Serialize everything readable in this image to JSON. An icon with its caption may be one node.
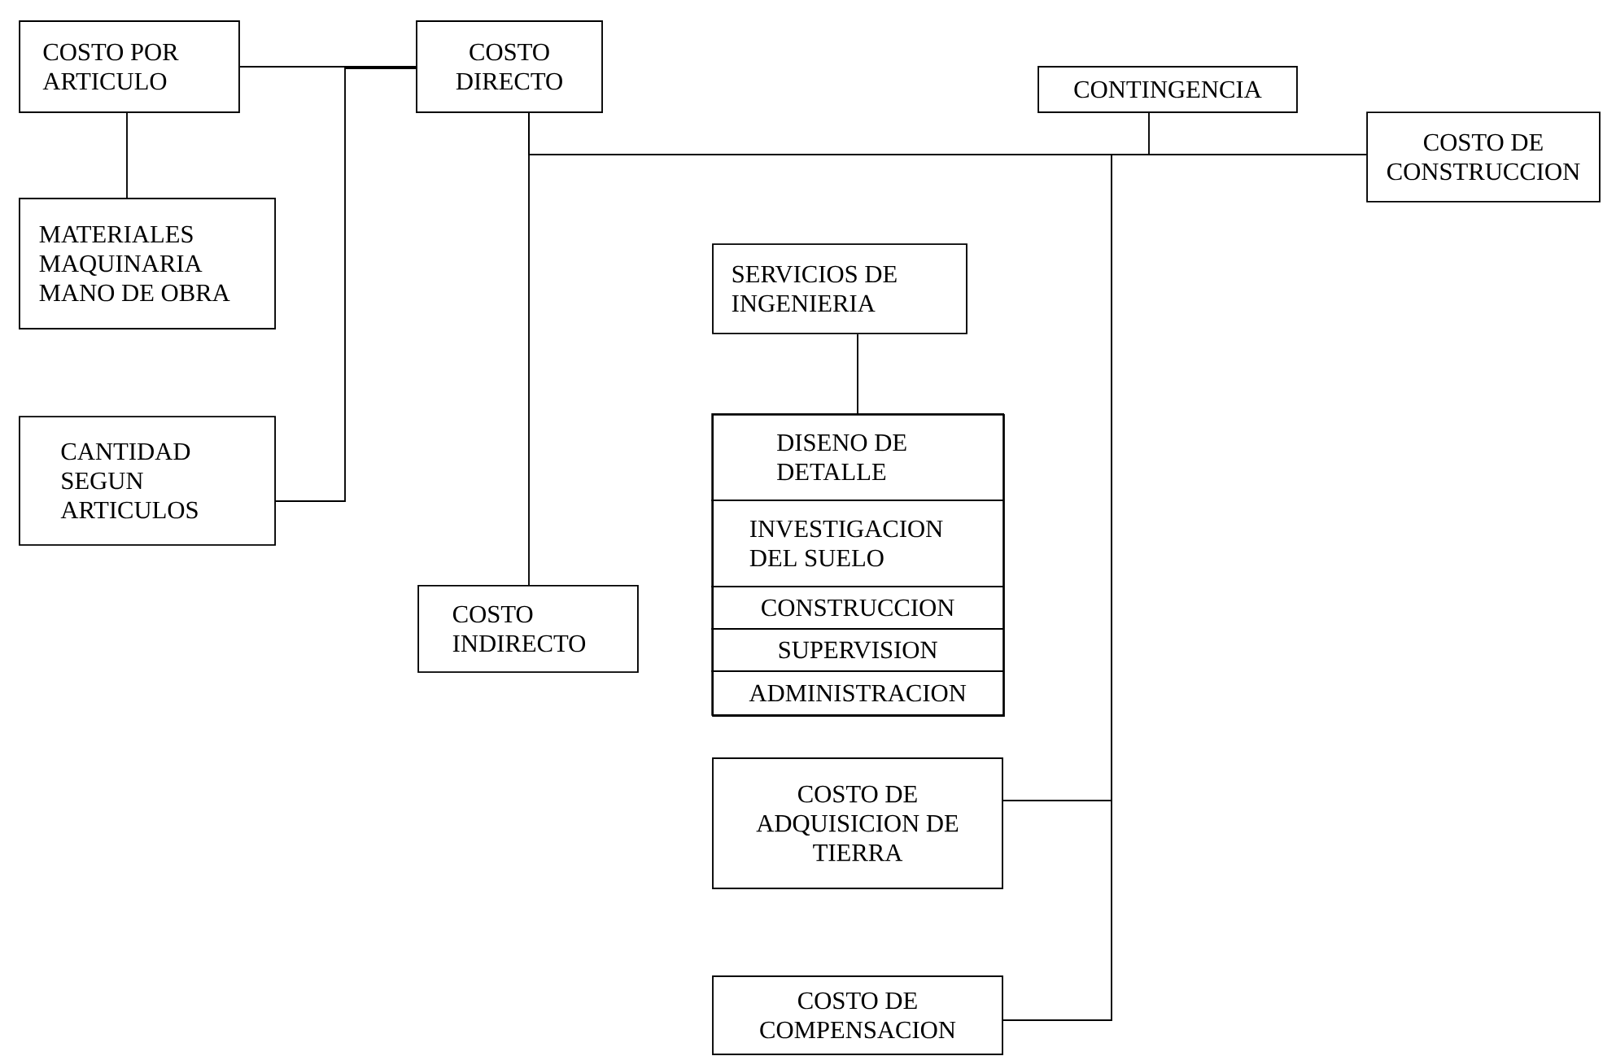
{
  "diagram": {
    "nodes": [
      {
        "text": [
          "COSTO POR ARTICULO"
        ]
      },
      {
        "text": [
          "COSTO DIRECTO"
        ]
      },
      {
        "text": [
          "CONTINGENCIA"
        ]
      },
      {
        "text": [
          "COSTO DE CONSTRUCCION"
        ]
      },
      {
        "text": [
          "MATERIALES MAQUINARIA MANO DE OBRA"
        ]
      },
      {
        "text": [
          "CANTIDAD SEGUN ARTICULOS"
        ]
      },
      {
        "text": [
          "SERVICIOS DE INGENIERIA"
        ]
      },
      {
        "text": [],
        "shape": "box"
      },
      {
        "text": [
          "DISENO DE DETALLE"
        ],
        "in": 7
      },
      {
        "text": [
          "INVESTIGACION DEL SUELO"
        ],
        "in": 7
      },
      {
        "text": [
          "CONSTRUCCION"
        ],
        "in": 7
      },
      {
        "text": [
          "SUPERVISION"
        ],
        "in": 7
      },
      {
        "text": [
          "ADMINISTRACION"
        ],
        "in": 7
      },
      {
        "text": [
          "COSTO INDIRECTO"
        ]
      },
      {
        "text": [
          "COSTO DE ADQUISICION DE TIERRA"
        ]
      },
      {
        "text": [
          "COSTO DE COMPENSACION"
        ]
      }
    ],
    "edges": [
      {
        "from": 0,
        "to": 1,
        "arrow": "none"
      },
      {
        "from": 5,
        "to": 1,
        "arrow": "none"
      },
      {
        "from": 0,
        "to": 4,
        "arrow": "none"
      },
      {
        "from": 1,
        "to": 13,
        "arrow": "none"
      },
      {
        "from": 1,
        "to": 3,
        "arrow": "none"
      },
      {
        "from": 2,
        "to": 3,
        "arrow": "none"
      },
      {
        "from": 14,
        "to": 3,
        "arrow": "none"
      },
      {
        "from": 15,
        "to": 3,
        "arrow": "none"
      },
      {
        "from": 6,
        "to": 7,
        "arrow": "none"
      }
    ]
  }
}
